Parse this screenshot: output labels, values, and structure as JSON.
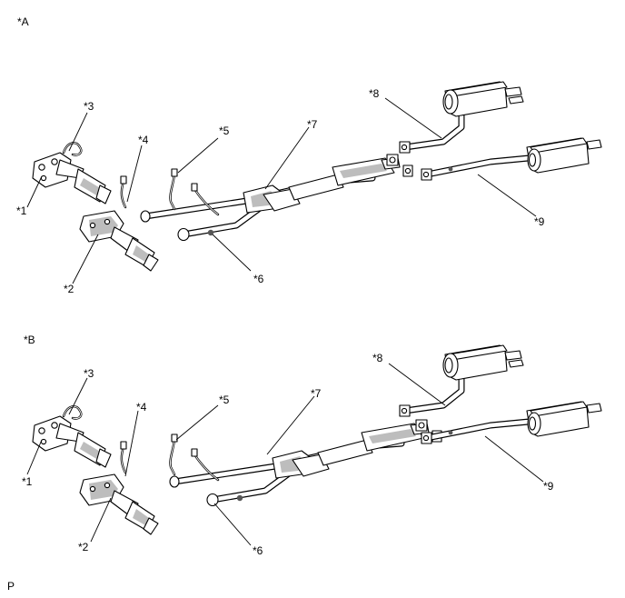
{
  "views": [
    {
      "id": "A",
      "title": "*A",
      "callouts": [
        "*1",
        "*2",
        "*3",
        "*4",
        "*5",
        "*6",
        "*7",
        "*8",
        "*9"
      ]
    },
    {
      "id": "B",
      "title": "*B",
      "callouts": [
        "*1",
        "*2",
        "*3",
        "*4",
        "*5",
        "*6",
        "*7",
        "*8",
        "*9"
      ]
    }
  ],
  "footer_mark": "P"
}
